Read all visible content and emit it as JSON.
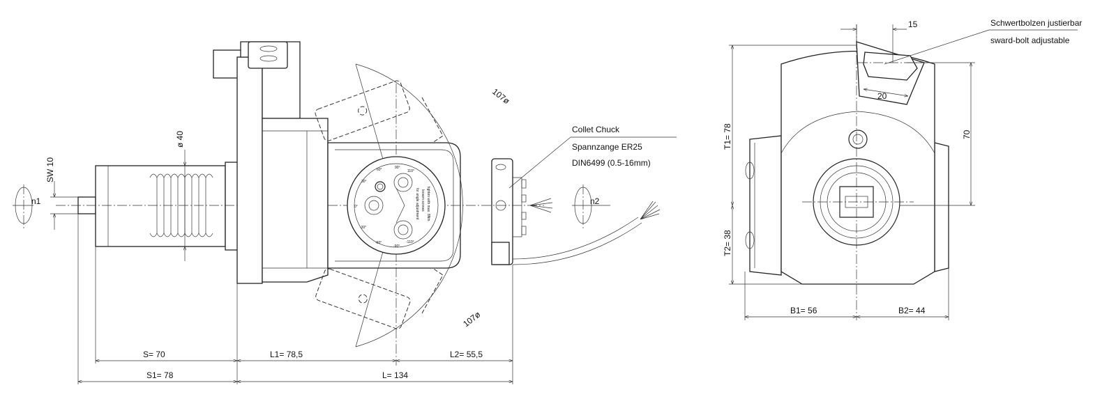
{
  "left_view": {
    "swing_dim_top": "107ø",
    "swing_dim_bottom": "107ø",
    "diameter": "ø 40",
    "wrench_size": "SW  10",
    "rotation_in": "n1",
    "rotation_out": "n2",
    "dial": {
      "angles": [
        "0°",
        "30°",
        "60°",
        "90°",
        "110°",
        "-30°",
        "-60°",
        "-90°",
        "-110°"
      ],
      "instructions": [
        "for angle adjustment",
        "loosen screws",
        "tighten with max. 8Nm"
      ]
    },
    "dimensions": {
      "s": "S=  70",
      "s1": "S1=  78",
      "l1": "L1=    78,5",
      "l2": "L2=    55,5",
      "l": "L=   134"
    },
    "collet_note": [
      "Collet Chuck",
      "Spannzange ER25",
      "DIN6499 (0.5-16mm)"
    ]
  },
  "right_view": {
    "bolt_offset": "15",
    "bolt_width": "20",
    "bolt_note": [
      "Schwertbolzen justierbar",
      "sward-bolt adjustable"
    ],
    "t1": "T1=   78",
    "t2": "T2=   38",
    "height": "70",
    "b1": "B1=    56",
    "b2": "B2=    44"
  }
}
